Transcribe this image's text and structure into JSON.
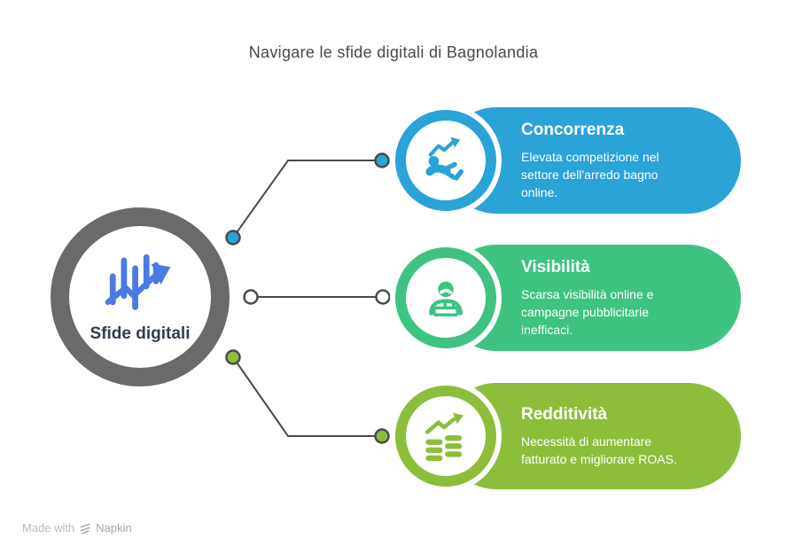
{
  "page": {
    "title": "Navigare le sfide digitali di Bagnolandia"
  },
  "center": {
    "label": "Sfide digitali",
    "icon": "stock-growth-chart-icon"
  },
  "cards": [
    {
      "title": "Concorrenza",
      "description": "Elevata competizione nel settore dell'arredo bagno online.",
      "color": "#2AA3D6",
      "icon": "running-competitor-icon"
    },
    {
      "title": "Visibilità",
      "description": "Scarsa visibilità online e campagne pubblicitarie inefficaci.",
      "color": "#3EC381",
      "icon": "person-visibility-icon"
    },
    {
      "title": "Redditività",
      "description": "Necessità di aumentare fatturato e migliorare ROAS.",
      "color": "#8DBE3B",
      "icon": "profit-coins-growth-icon"
    }
  ],
  "footer": {
    "made_with": "Made with",
    "brand": "Napkin"
  },
  "colors": {
    "page_bg": "#FFFFFF",
    "title_color": "#45494D",
    "ring_color": "#6A6A6A",
    "center_icon_color": "#4A7BE0",
    "center_label_color": "#333C4E",
    "line_color": "#4A4A4A",
    "dot_open_fill": "#FFFFFF",
    "footer_text_color": "#B6BABF",
    "footer_brand_color": "#A4A9AF"
  }
}
